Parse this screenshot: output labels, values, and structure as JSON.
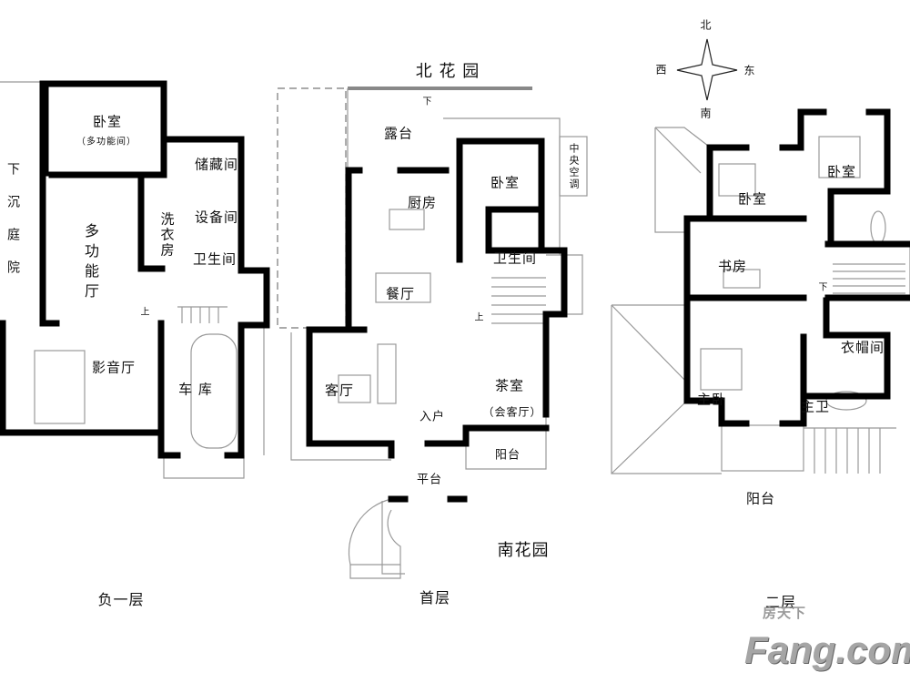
{
  "compass": {
    "north": "北",
    "south": "南",
    "east": "东",
    "west": "西"
  },
  "gardens": {
    "north": "北 花 园",
    "south": "南花园"
  },
  "floors": [
    {
      "name": "负一层",
      "side_label": "下沉庭院",
      "rooms": {
        "bedroom": "卧室",
        "bedroom_note": "（多功能间）",
        "storage": "储藏间",
        "equipment": "设备间",
        "bathroom": "卫生间",
        "laundry": "洗衣房",
        "multi_hall": "多功能厅",
        "av_room": "影音厅",
        "garage": "车 库",
        "stairs_up": "上"
      }
    },
    {
      "name": "首层",
      "rooms": {
        "terrace": "露台",
        "kitchen": "厨房",
        "bedroom": "卧室",
        "central_ac": "中央空调",
        "bathroom": "卫生间",
        "dining": "餐厅",
        "stairs_up": "上",
        "stairs_down": "下",
        "living": "客厅",
        "tea_room": "茶室",
        "tea_room_note": "（会客厅）",
        "entrance": "入户",
        "balcony": "阳台",
        "platform": "平台"
      }
    },
    {
      "name": "二层",
      "rooms": {
        "bedroom_1": "卧室",
        "bedroom_2": "卧室",
        "study": "书房",
        "stairs_down": "下",
        "cloakroom": "衣帽间",
        "master_bedroom": "主卧",
        "master_bath": "主卫",
        "balcony": "阳台"
      }
    }
  ],
  "watermark": {
    "cn": "房天下",
    "en": "Fang.com"
  }
}
